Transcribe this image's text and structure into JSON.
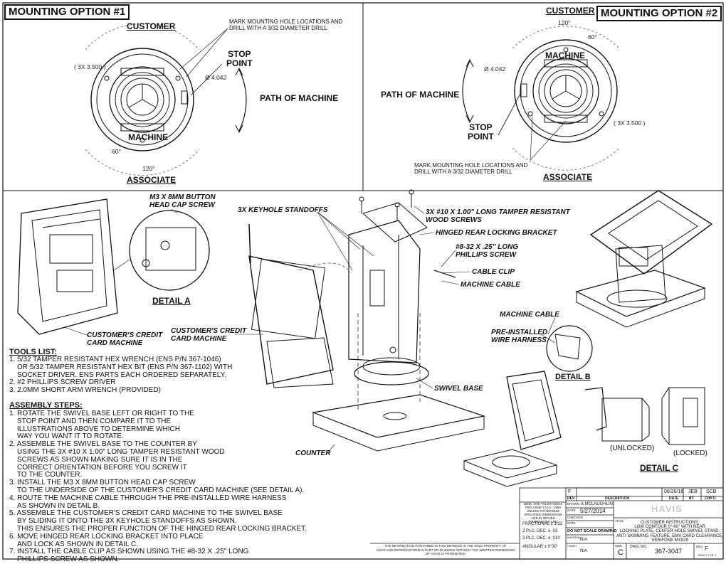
{
  "option1": {
    "title": "MOUNTING OPTION #1",
    "customer": "CUSTOMER",
    "associate": "ASSOCIATE",
    "machine": "MACHINE",
    "mark_note": [
      "MARK MOUNTING HOLE LOCATIONS AND",
      "DRILL WITH A 3/32 DIAMETER DRILL"
    ],
    "stop_point": [
      "STOP",
      "POINT"
    ],
    "path": "PATH OF MACHINE",
    "dim_radius": "( 3X 3.500 )",
    "dim_dia": "Ø 4.042",
    "angle_60": "60°",
    "angle_120": "120°"
  },
  "option2": {
    "title": "MOUNTING OPTION #2",
    "customer": "CUSTOMER",
    "associate": "ASSOCIATE",
    "machine": "MACHINE",
    "mark_note": [
      "MARK MOUNTING HOLE LOCATIONS AND",
      "DRILL WITH A 3/32 DIAMETER DRILL"
    ],
    "stop_point": [
      "STOP",
      "POINT"
    ],
    "path": "PATH OF MACHINE",
    "dim_radius": "( 3X 3.500 )",
    "dim_dia": "Ø 4.042",
    "angle_60": "60°",
    "angle_120": "120°"
  },
  "callouts": {
    "m3_screw": [
      "M3 X 8MM BUTTON",
      "HEAD CAP SCREW"
    ],
    "detail_a": "DETAIL A",
    "credit_left": [
      "CUSTOMER'S CREDIT",
      "CARD MACHINE"
    ],
    "credit_center": [
      "CUSTOMER'S CREDIT",
      "CARD MACHINE"
    ],
    "keyhole": "3X KEYHOLE STANDOFFS",
    "wood_screws": [
      "3X #10 X 1.00\" LONG TAMPER RESISTANT",
      "WOOD SCREWS"
    ],
    "hinged": "HINGED REAR LOCKING BRACKET",
    "phillips": [
      "#8-32 X .25\" LONG",
      "PHILLIPS SCREW"
    ],
    "cable_clip": "CABLE CLIP",
    "machine_cable": "MACHINE CABLE",
    "machine_cable_b": "MACHINE CABLE",
    "wire_harness": [
      "PRE-INSTALLED",
      "WIRE HARNESS"
    ],
    "detail_b": "DETAIL B",
    "swivel_base": "SWIVEL BASE",
    "counter": "COUNTER",
    "unlocked": "(UNLOCKED)",
    "locked": "(LOCKED)",
    "detail_c": "DETAIL C"
  },
  "tools": {
    "heading": "TOOLS LIST:",
    "lines": [
      "1. 5/32 TAMPER RESISTANT HEX WRENCH (ENS P/N 367-1046)",
      "OR 5/32 TAMPER RESISTANT HEX BIT (ENS P/N 367-1102) WITH",
      "SOCKET DRIVER. ENS PARTS EACH ORDERED SEPARATELY.",
      "2. #2 PHILLIPS SCREW DRIVER",
      "3. 2.0MM SHORT ARM WRENCH (PROVIDED)"
    ]
  },
  "assembly": {
    "heading": "ASSEMBLY STEPS:",
    "lines": [
      "1. ROTATE THE SWIVEL BASE LEFT OR RIGHT TO THE",
      "STOP POINT AND THEN COMPARE IT TO THE",
      "ILLUSTRATIONS ABOVE TO DETERMINE WHICH",
      "WAY YOU WANT IT TO ROTATE.",
      "2. ASSEMBLE THE SWIVEL BASE TO THE COUNTER BY",
      "USING THE 3X #10 X 1.00\" LONG TAMPER RESISTANT WOOD",
      "SCREWS AS SHOWN MAKING SURE IT IS IN THE",
      "CORRECT ORIENTATION BEFORE YOU SCREW IT",
      "TO THE COUNTER.",
      "3. INSTALL THE M3 X 8MM BUTTON HEAD CAP SCREW",
      "TO THE UNDERSIDE OF THE CUSTOMER'S CREDIT CARD MACHINE (SEE DETAIL A).",
      "4. ROUTE THE MACHINE CABLE THROUGH THE PRE-INSTALLED WIRE HARNESS",
      "AS SHOWN IN DETAIL B.",
      "5. ASSEMBLE THE CUSTOMER'S CREDIT CARD MACHINE TO THE SWIVEL BASE",
      "BY SLIDING IT ONTO THE 3X KEYHOLE STANDOFFS AS SHOWN.",
      "THIS ENSURES THE PROPER FUNCTION OF THE HINGED REAR LOCKING BRACKET.",
      "6. MOVE HINGED REAR LOCKING BRACKET INTO PLACE",
      "AND LOCK AS SHOWN IN DETAIL C.",
      "7. INSTALL THE CABLE CLIP AS SHOWN USING THE #8-32 X .25\" LONG",
      "PHILLIPS SCREW AS SHOWN."
    ]
  },
  "title_block": {
    "rev_row": [
      "F",
      "",
      "06/20/16",
      "JEB",
      "SCB"
    ],
    "rev_headers": [
      "REV.",
      "DESCRIPTION",
      "DATE",
      "BY",
      "CHK'D"
    ],
    "tolerance_note": "DIMS. AND TOLERANCES PER ASME Y14.5 - 1994",
    "unless_note": "UNLESS OTHERWISE SPECIFIED DIMENSIONS ARE IN INCHES TOLERANCES ARE:",
    "fractional": "FRACTIONAL ± 1/32",
    "two_plc": "2 PLC. DEC. ± .03",
    "three_plc": "3 PLC. DEC. ± .010",
    "angular": "ANGULAR ± 0°30'",
    "drawn_label": "DRAWN",
    "drawn_by": "A.MCLAUGHLIN",
    "date_label": "DATE",
    "drawn_date": "5/27/2014",
    "checked_label": "CHECKED",
    "do_not_scale": "DO NOT SCALE DRAWING",
    "material_label": "MATERIAL",
    "material": "N/A",
    "finish_label": "FINISH",
    "finish": "N/A",
    "company": "HAVIS",
    "title_label": "TITLE",
    "title_lines": [
      "CUSTOMER INSTRUCTIONS,",
      "LOW CONTOUR 0°-90° WITH REAR",
      "LOCKING PLATE, CENTER HOLE SWIVEL STAND,",
      "ANTI SKIMMING FEATURE, EMV CARD CLEARANCE,",
      "VERIFONE MX925"
    ],
    "size_label": "SIZE",
    "size": "C",
    "dwg_label": "DWG. NO.",
    "dwg_no": "367-3047",
    "rev_label": "REV.",
    "rev": "F",
    "sheet": "SHEET 1 OF 1",
    "proprietary": [
      "THE INFORMATION CONTAINED IN THIS DRAWING IS THE SOLE PROPERTY OF",
      "HAVIS AND REPRODUCTION IN PART OR IN WHOLE WITHOUT THE WRITTEN PERMISSION",
      "OF HAVIS IS PROHIBITED."
    ]
  }
}
